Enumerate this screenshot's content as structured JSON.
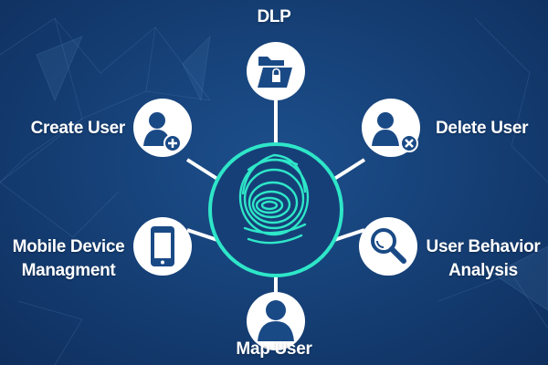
{
  "diagram": {
    "center": {
      "icon": "fingerprint-icon",
      "accent_color": "#2ee6c8"
    },
    "nodes": [
      {
        "id": "dlp",
        "label": "DLP",
        "icon": "folder-lock-icon"
      },
      {
        "id": "create-user",
        "label": "Create User",
        "icon": "user-add-icon"
      },
      {
        "id": "delete-user",
        "label": "Delete User",
        "icon": "user-remove-icon"
      },
      {
        "id": "mobile",
        "label_line1": "Mobile Device",
        "label_line2": "Managment",
        "icon": "mobile-phone-icon"
      },
      {
        "id": "uba",
        "label_line1": "User Behavior",
        "label_line2": "Analysis",
        "icon": "magnifier-icon"
      },
      {
        "id": "map-user",
        "label": "Map User",
        "icon": "user-icon"
      }
    ],
    "node_fill": "#ffffff",
    "icon_color": "#1a4a86"
  }
}
